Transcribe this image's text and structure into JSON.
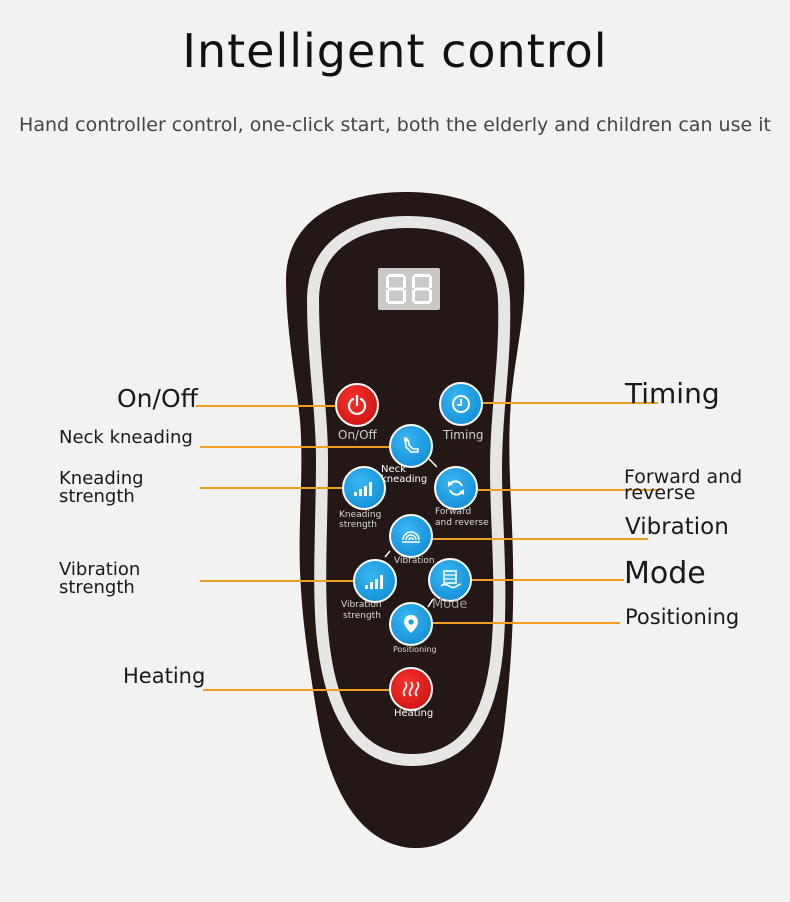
{
  "header": {
    "title": "Intelligent control",
    "subtitle": "Hand controller control, one-click start, both the elderly and children can use it"
  },
  "display": {
    "digits": "88"
  },
  "callouts": {
    "on_off": "On/Off",
    "timing": "Timing",
    "neck_kneading": "Neck kneading",
    "kneading_strength_1": "Kneading",
    "kneading_strength_2": "strength",
    "forward_reverse_1": "Forward and",
    "forward_reverse_2": "reverse",
    "vibration": "Vibration",
    "vibration_strength_1": "Vibration",
    "vibration_strength_2": "strength",
    "mode": "Mode",
    "positioning": "Positioning",
    "heating": "Heating"
  },
  "buttons": {
    "on_off": "On/Off",
    "timing": "Timing",
    "neck_1": "Neck",
    "neck_2": "kneading",
    "kneading_1": "Kneading",
    "kneading_2": "strength",
    "forward_1": "Forward",
    "forward_2": "and reverse",
    "vibration": "Vibration",
    "vibration_strength_1": "Vibration",
    "vibration_strength_2": "strength",
    "mode": "Mode",
    "positioning": "Positioning",
    "heating": "Heating"
  },
  "colors": {
    "leader_line": "#f0a020",
    "button_blue": "#1a9ae0",
    "button_red": "#e01e1e",
    "remote_body": "#241816"
  }
}
